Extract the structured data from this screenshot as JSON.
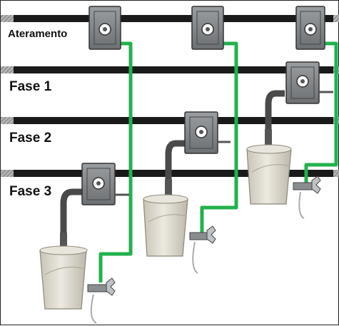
{
  "labels": {
    "ground": "Ateramento",
    "phase1": "Fase 1",
    "phase2": "Fase 2",
    "phase3": "Fase 3"
  },
  "colors": {
    "cable": "#1a1a1a",
    "cable_end": "#9a9a9a",
    "clamp": "#7d8184",
    "ground_wire": "#22b14c",
    "bucket": "#dedad0",
    "hose": "#4a4a4a"
  },
  "icons": [
    "line-clamp-icon",
    "ground-clamp-icon",
    "shorting-bucket-icon"
  ]
}
